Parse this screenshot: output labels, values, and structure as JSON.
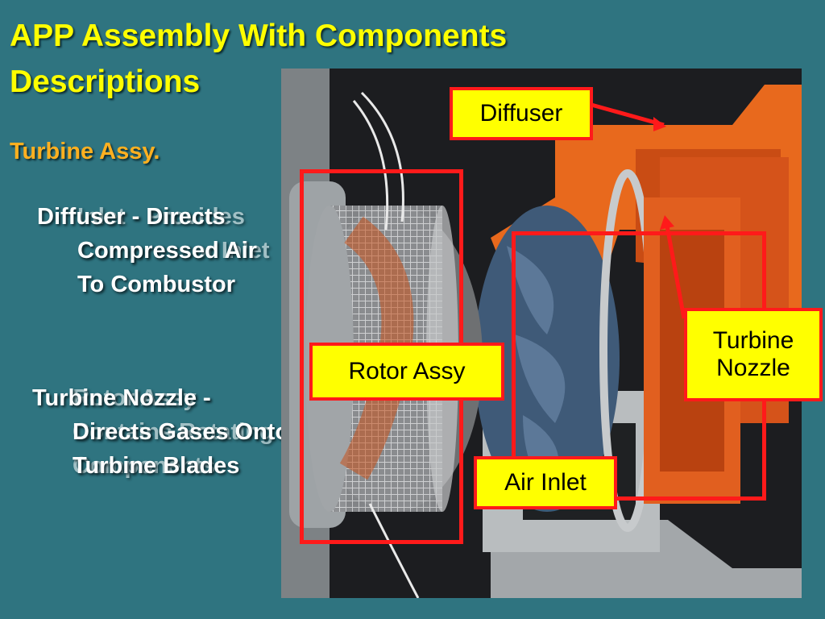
{
  "slide": {
    "title": "APP Assembly With Components Descriptions",
    "subtitle": "Turbine Assy."
  },
  "bullets": [
    {
      "text": "Diffuser - Directs Compressed Air To Combustor",
      "ghost": "Inlet - Provides Compressor Inlet"
    },
    {
      "text": "Turbine Nozzle - Directs Gases Onto Turbine Blades",
      "ghost": "Rotor Assy - Contains Rotating Components"
    }
  ],
  "callouts": {
    "diffuser": "Diffuser",
    "rotor_assy": "Rotor Assy",
    "turbine_nozzle": "Turbine Nozzle",
    "air_inlet": "Air Inlet"
  },
  "colors": {
    "background": "#2f7480",
    "title": "#ffff00",
    "subtitle": "#ffb020",
    "callout_border": "#ff1a1a",
    "callout_fill": "#ffff00"
  }
}
